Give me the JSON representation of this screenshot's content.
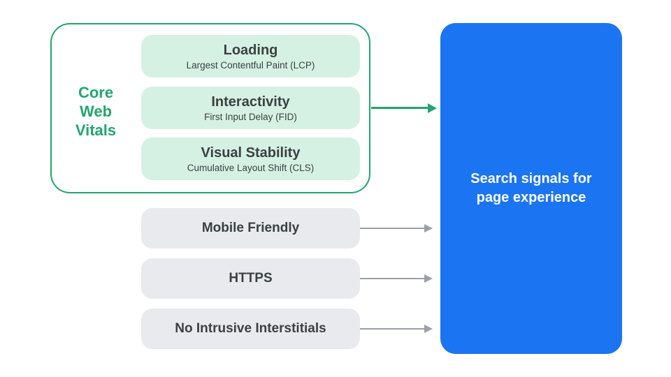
{
  "colors": {
    "accent_green": "#23a56f",
    "mint_fill": "#d5f1e3",
    "gray_fill": "#e8eaed",
    "dark_text": "#3c4043",
    "arrow_gray": "#9aa0a6",
    "panel_blue": "#1b74f2",
    "panel_text": "#ffffff"
  },
  "core_web_vitals": {
    "label_lines": [
      "Core",
      "Web",
      "Vitals"
    ],
    "items": [
      {
        "title": "Loading",
        "subtitle": "Largest Contentful Paint (LCP)"
      },
      {
        "title": "Interactivity",
        "subtitle": "First Input Delay (FID)"
      },
      {
        "title": "Visual Stability",
        "subtitle": "Cumulative Layout Shift (CLS)"
      }
    ]
  },
  "other_signals": {
    "items": [
      {
        "label": "Mobile Friendly"
      },
      {
        "label": "HTTPS"
      },
      {
        "label": "No Intrusive Interstitials"
      }
    ]
  },
  "result_panel": {
    "label": "Search signals for page experience"
  }
}
